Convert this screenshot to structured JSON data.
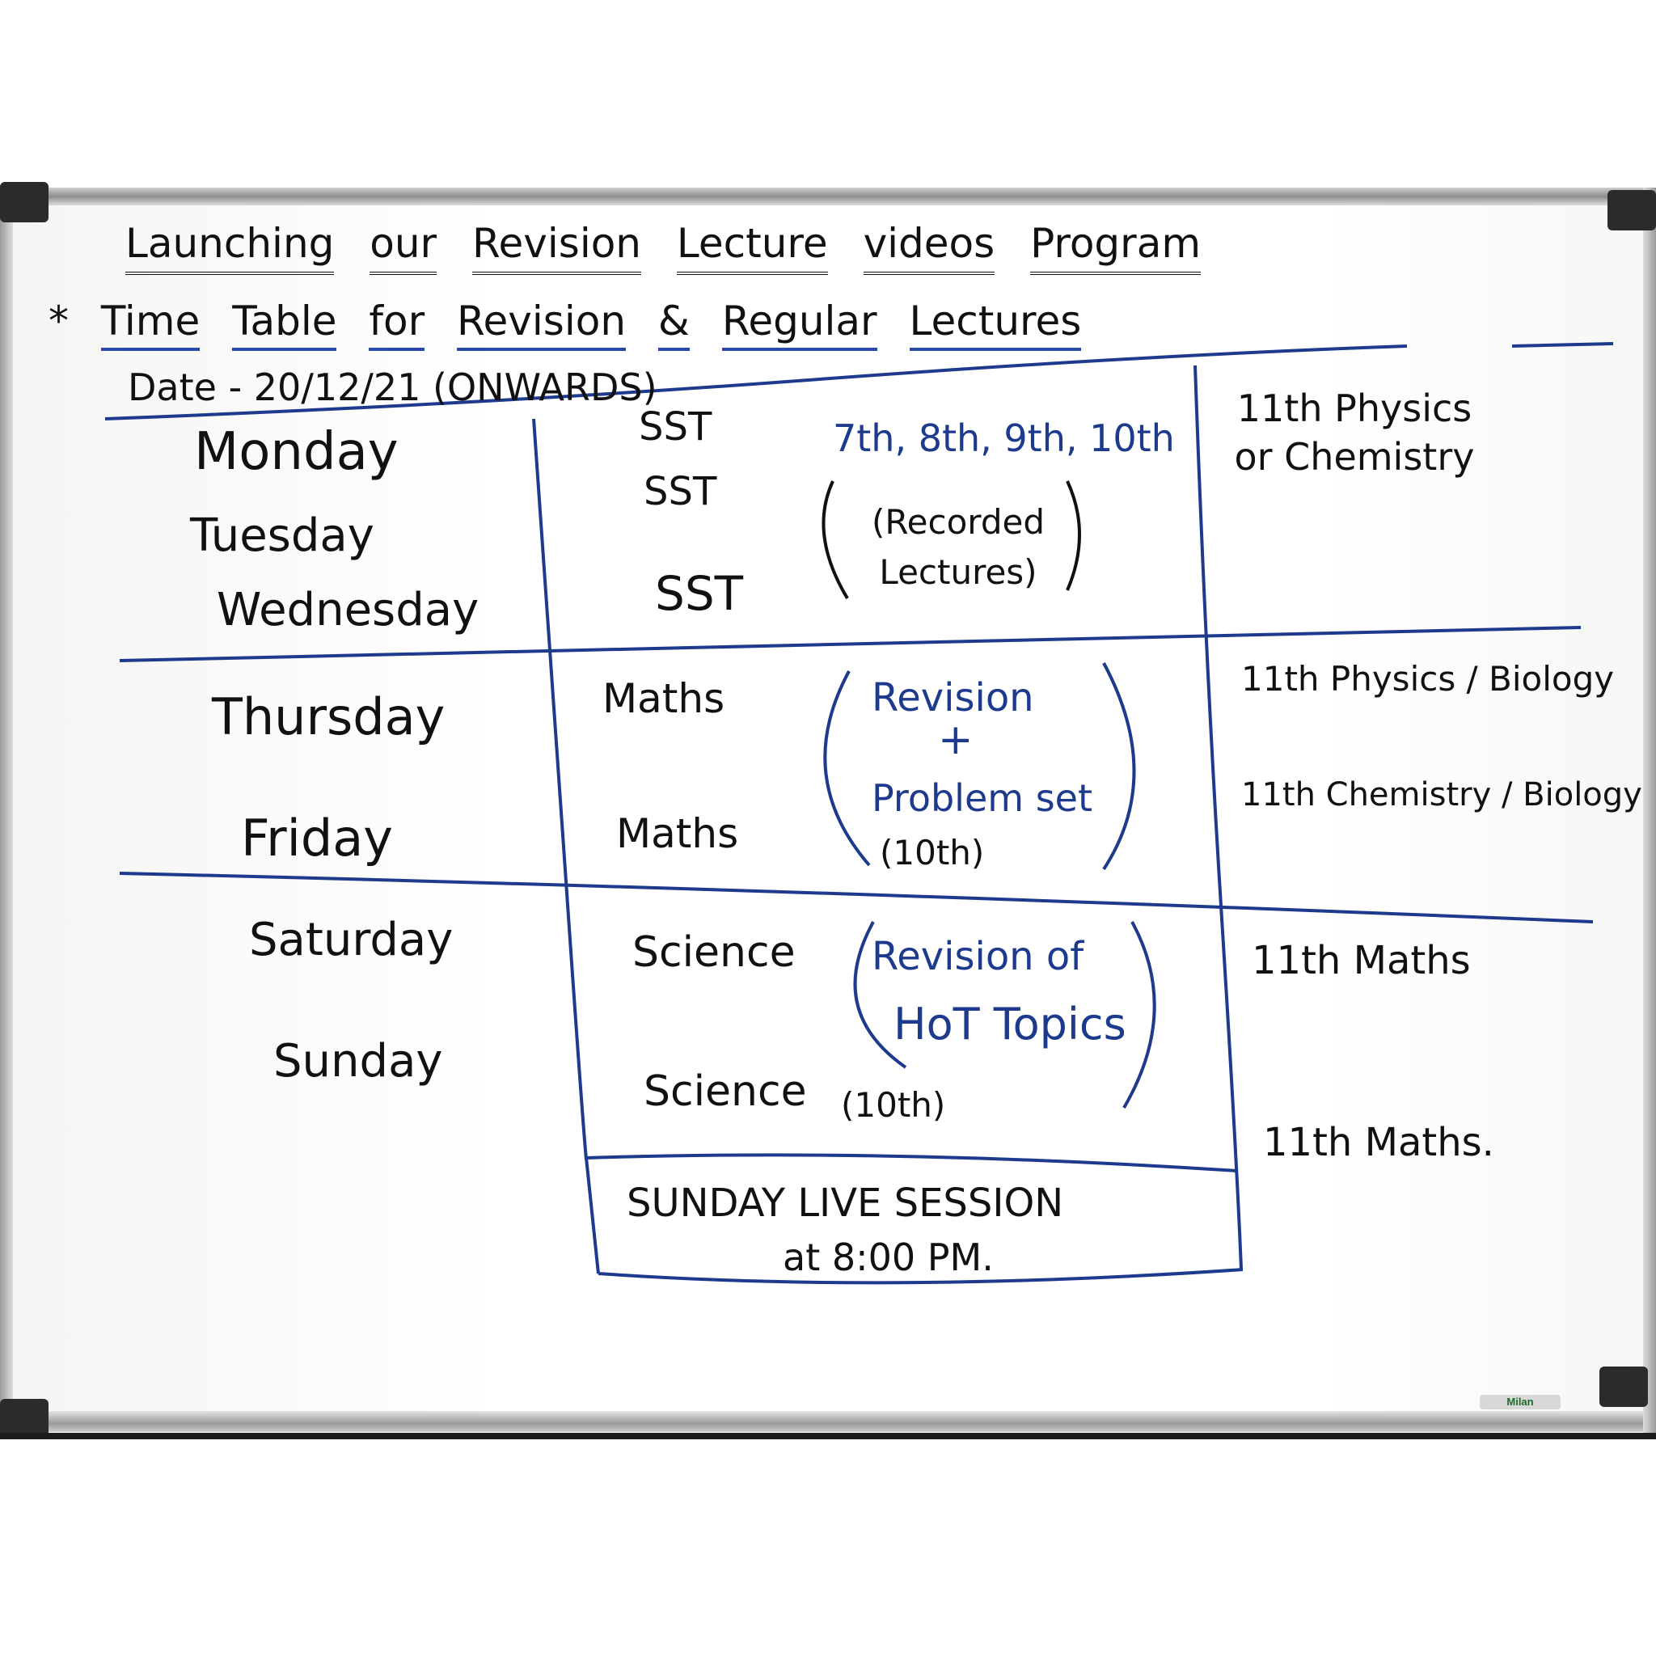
{
  "board": {
    "brand": "Milan",
    "title": [
      "Launching",
      "our",
      "Revision",
      "Lecture",
      "videos",
      "Program"
    ],
    "subtitle_bullet": "*",
    "subtitle": [
      "Time",
      "Table",
      "for",
      "Revision",
      "&",
      "Regular",
      "Lectures"
    ],
    "date_line": "Date - 20/12/21 (ONWARDS)",
    "days": [
      "Monday",
      "Tuesday",
      "Wednesday",
      "Thursday",
      "Friday",
      "Saturday",
      "Sunday"
    ],
    "subjects": [
      "SST",
      "SST",
      "SST",
      "Maths",
      "Maths",
      "Science",
      "Science"
    ],
    "group1": {
      "classes": "7th, 8th, 9th, 10th",
      "note": "(Recorded Lectures)"
    },
    "group2": {
      "line1": "Revision",
      "plus": "+",
      "line2": "Problem set",
      "class": "(10th)"
    },
    "group3": {
      "line1": "Revision of",
      "line2": "HoT Topics",
      "class": "(10th)"
    },
    "eleventh": [
      "11th Physics or Chemistry",
      "11th Physics / Biology",
      "11th Chemistry / Biology",
      "11th Maths",
      "11th Maths."
    ],
    "live_session": {
      "line1": "SUNDAY LIVE SESSION",
      "line2": "at 8:00 PM."
    },
    "colors": {
      "black_marker": "#111111",
      "blue_marker": "#1d3a8c",
      "frame": "#9a9a9a"
    }
  }
}
